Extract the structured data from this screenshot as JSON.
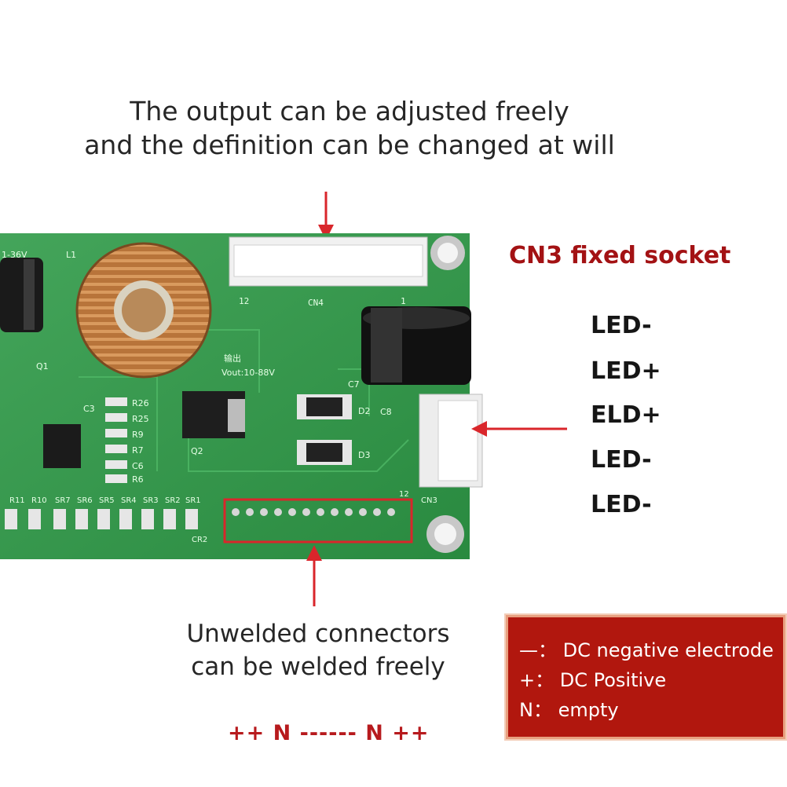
{
  "top_caption": {
    "line1": "The output can be adjusted freely",
    "line2": "and the definition can be changed at will"
  },
  "cn3": {
    "title": "CN3 fixed socket",
    "pins": [
      "LED-",
      "LED+",
      "ELD+",
      "LED-",
      "LED-"
    ]
  },
  "bottom_caption": {
    "line1": "Unwelded connectors",
    "line2": "can be welded freely"
  },
  "pin_pattern": "++ N ------ N ++",
  "legend": {
    "negative": "—： DC negative electrode",
    "positive": "+： DC Positive",
    "empty": "N： empty"
  },
  "board_silkscreen": {
    "cn4": "CN4",
    "cn3": "CN3",
    "vout": "Vout:10-88V",
    "output_cn": "输出",
    "l1": "L1",
    "cap_top": "1-36V",
    "pin12_top": "12",
    "pin1_top": "1",
    "pin12_bottom": "12",
    "parts": [
      "R26",
      "R25",
      "R9",
      "R7",
      "C6",
      "R6",
      "C3",
      "Q1",
      "Q2",
      "D2",
      "D3",
      "C8",
      "C7",
      "R11",
      "R10",
      "SR7",
      "SR6",
      "SR5",
      "SR4",
      "SR3",
      "SR2",
      "SR1",
      "CR2"
    ]
  },
  "colors": {
    "title_red": "#a31214",
    "legend_bg": "#b1170e",
    "arrow_red": "#d9262b",
    "pcb_green": "#2e9a47",
    "pcb_dark": "#1f7a34"
  }
}
